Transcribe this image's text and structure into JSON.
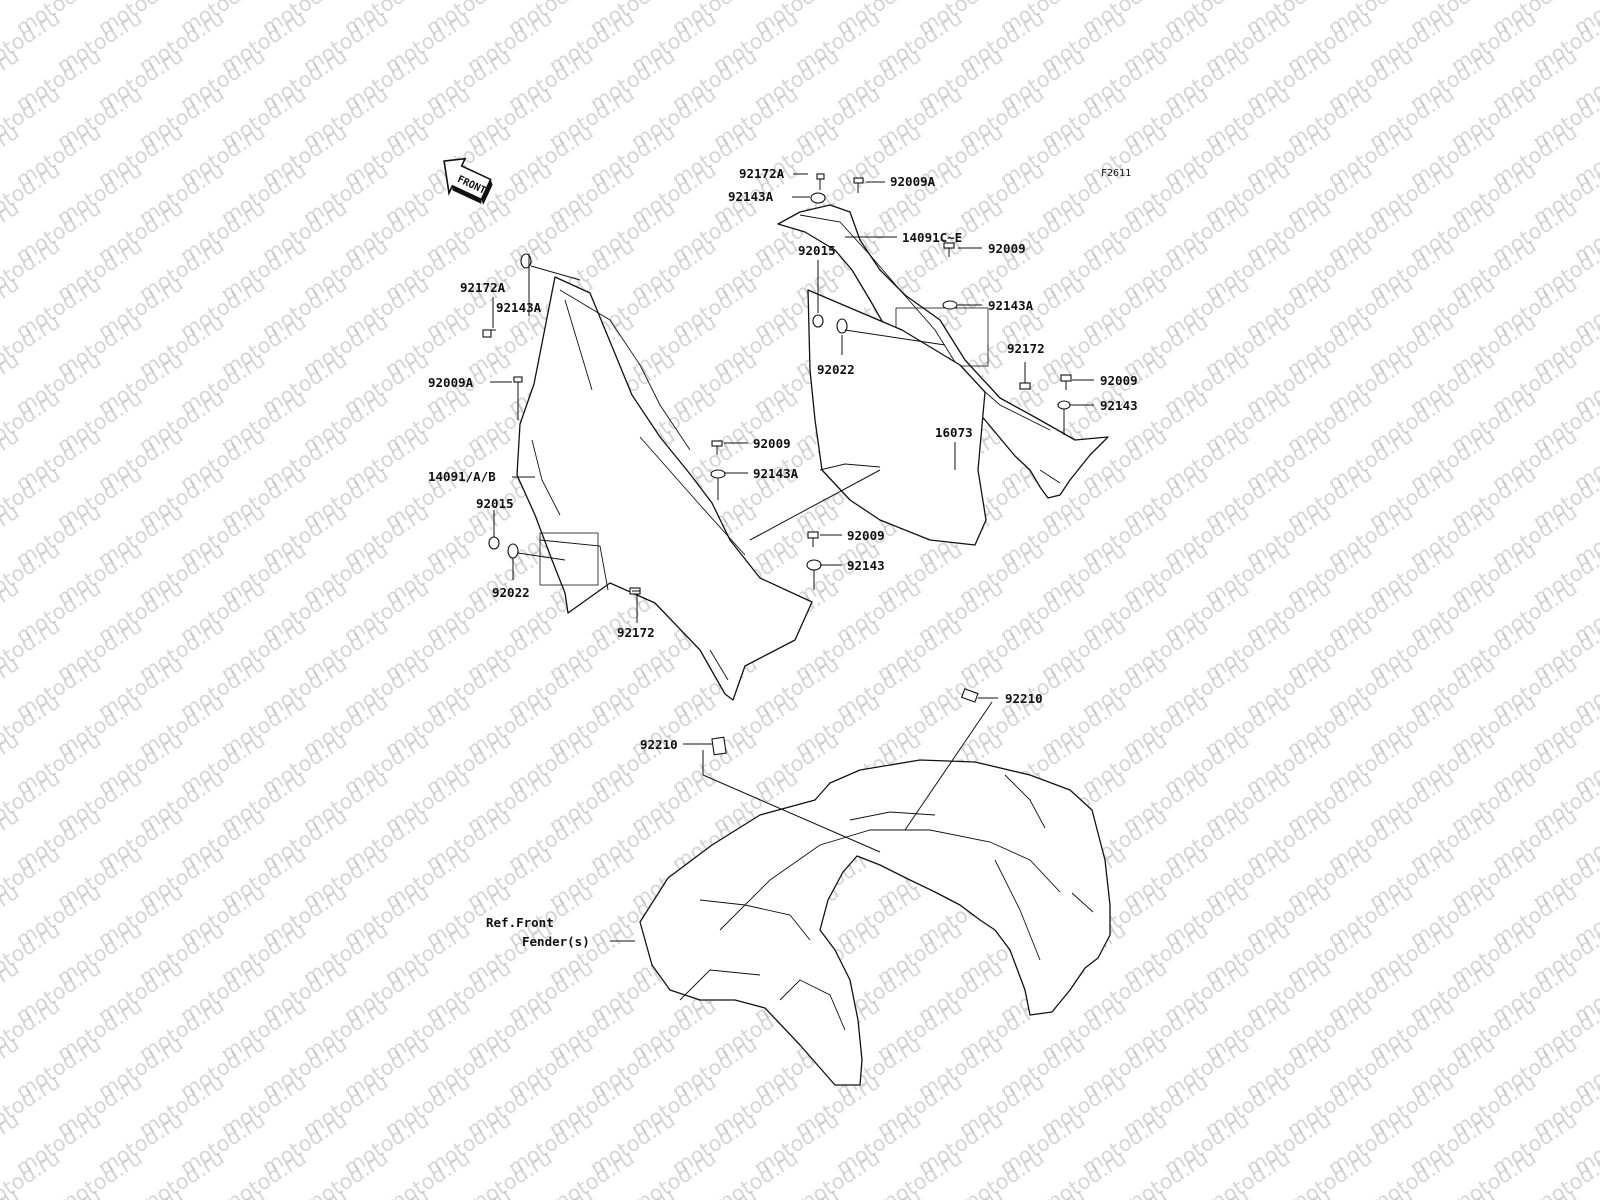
{
  "watermark": "motod.ru",
  "figure_code": "F2611",
  "front_arrow_text": "FRONT",
  "reference": {
    "line1": "Ref.Front",
    "line2": "Fender(s)"
  },
  "left_cover_labels": [
    "92172A",
    "92143A",
    "92009A",
    "14091/A/B",
    "92015",
    "92022",
    "92172",
    "92009",
    "92143A",
    "92009",
    "92143"
  ],
  "right_cover_labels": [
    "92172A",
    "92009A",
    "92143A",
    "14091C~E",
    "92015",
    "92009",
    "92143A",
    "92022",
    "92172",
    "92009",
    "92143",
    "16073"
  ],
  "fender_labels": [
    "92210",
    "92210"
  ]
}
